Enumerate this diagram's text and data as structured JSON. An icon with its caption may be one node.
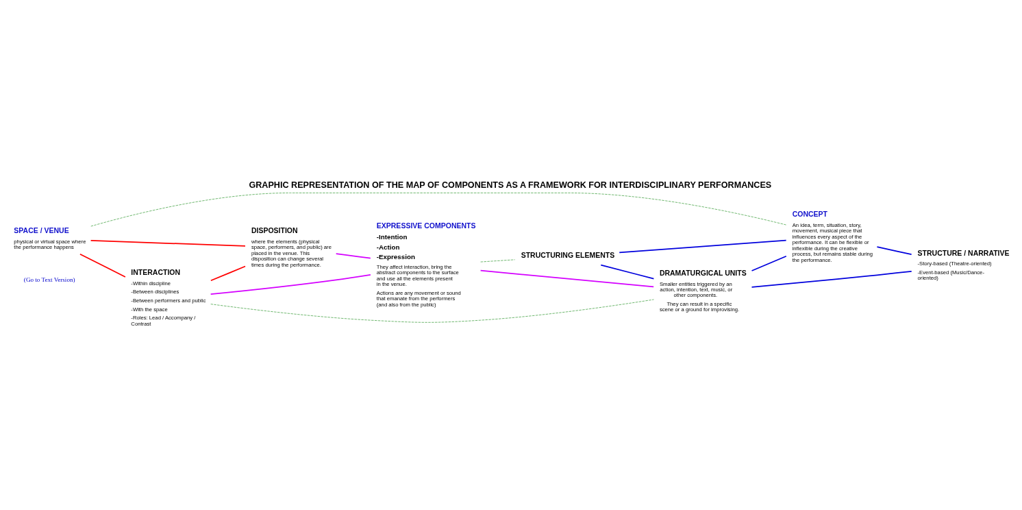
{
  "diagram": {
    "title": "GRAPHIC REPRESENTATION OF THE MAP OF COMPONENTS AS A FRAMEWORK FOR INTERDISCIPLINARY PERFORMANCES",
    "nodes": [
      {
        "text": [
          "INTERACTION",
          "-Within discipline",
          "-Between disciplines",
          "-Between performers and public",
          "-With the space",
          "-Roles: Lead / Accompany / Contrast"
        ]
      },
      {
        "text": [
          "SPACE / VENUE",
          "physical or virtual space where the performance happens"
        ]
      },
      {
        "text": [
          "DISPOSITION",
          "where the elements (physical space, performers, and public) are placed in the venue. This disposition can change several times during the performance."
        ]
      },
      {
        "text": [
          "EXPRESSIVE COMPONENTS",
          "-Intention",
          "-Action",
          "-Expression",
          "They affect interaction, bring the abstract components to the surface and use all the elements present in the venue.",
          "Actions are any movement or sound that emanate from the performers (and also from the public)"
        ]
      },
      {
        "text": [
          "STRUCTURING ELEMENTS"
        ]
      },
      {
        "text": [
          "DRAMATURGICAL UNITS",
          "Smaller entities triggered by an action, intention, text, music, or other components.",
          "They can result in a specific scene or a ground for improvising."
        ]
      },
      {
        "text": [
          "CONCEPT",
          "An idea, term, situation, story, movement, musical piece that influences every aspect of the performance. It can be flexible or inflexible during the creative process, but remains stable during the performance."
        ]
      },
      {
        "text": [
          "STRUCTURE / NARRATIVE",
          "-Story-based (Theatre-oriented)",
          "-Event-based (Music/Dance-oriented)"
        ]
      }
    ],
    "edges": [
      {
        "from": 1,
        "to": 0,
        "arrow": "none",
        "color": "#ff0000"
      },
      {
        "from": 0,
        "to": 2,
        "arrow": "none",
        "color": "#ff0000"
      },
      {
        "from": 1,
        "to": 2,
        "arrow": "none",
        "color": "#ff0000"
      },
      {
        "from": 0,
        "to": 3,
        "arrow": "none",
        "color": "#d400ff"
      },
      {
        "from": 2,
        "to": 3,
        "arrow": "none",
        "color": "#d400ff"
      },
      {
        "from": 3,
        "to": 5,
        "arrow": "none",
        "color": "#d400ff"
      },
      {
        "from": 0,
        "to": 5,
        "arrow": "none",
        "style": "dashed",
        "color": "#339933"
      },
      {
        "from": 1,
        "to": 6,
        "arrow": "none",
        "style": "dashed",
        "color": "#339933"
      },
      {
        "from": 3,
        "to": 4,
        "arrow": "none",
        "style": "dashed",
        "color": "#339933"
      },
      {
        "from": 4,
        "to": 5,
        "arrow": "none"
      },
      {
        "from": 4,
        "to": 6,
        "arrow": "none"
      },
      {
        "from": 5,
        "to": 6,
        "arrow": "none"
      },
      {
        "from": 5,
        "to": 7,
        "arrow": "none"
      },
      {
        "from": 6,
        "to": 7,
        "arrow": "none"
      }
    ],
    "labels": [
      "(Go to Text Version)"
    ]
  }
}
